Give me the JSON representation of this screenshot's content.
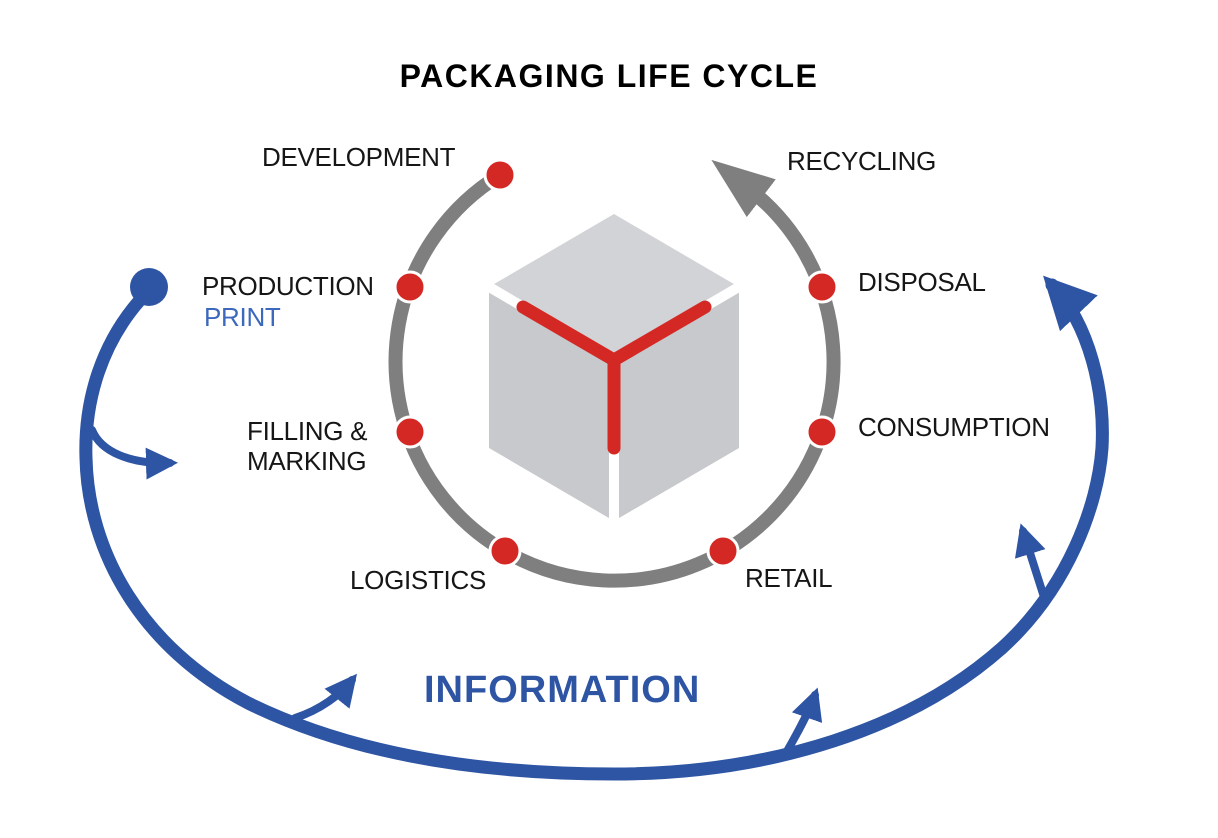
{
  "title": "PACKAGING LIFE CYCLE",
  "stages": [
    {
      "id": "development",
      "label": "DEVELOPMENT"
    },
    {
      "id": "production",
      "label": "PRODUCTION",
      "sublabel": "PRINT"
    },
    {
      "id": "filling-marking",
      "label": "FILLING & MARKING",
      "line1": "FILLING &",
      "line2": "MARKING"
    },
    {
      "id": "logistics",
      "label": "LOGISTICS"
    },
    {
      "id": "retail",
      "label": "RETAIL"
    },
    {
      "id": "consumption",
      "label": "CONSUMPTION"
    },
    {
      "id": "disposal",
      "label": "DISPOSAL"
    },
    {
      "id": "recycling",
      "label": "RECYCLING"
    }
  ],
  "information_label": "INFORMATION",
  "colors": {
    "blue": "#2e55a4",
    "print-blue": "#3c69bd",
    "gray": "#7f7f7f",
    "red": "#d42824",
    "cube-top": "#d2d3d6",
    "cube-side": "#c8c9cc",
    "text": "#161616",
    "bg": "#ffffff"
  }
}
